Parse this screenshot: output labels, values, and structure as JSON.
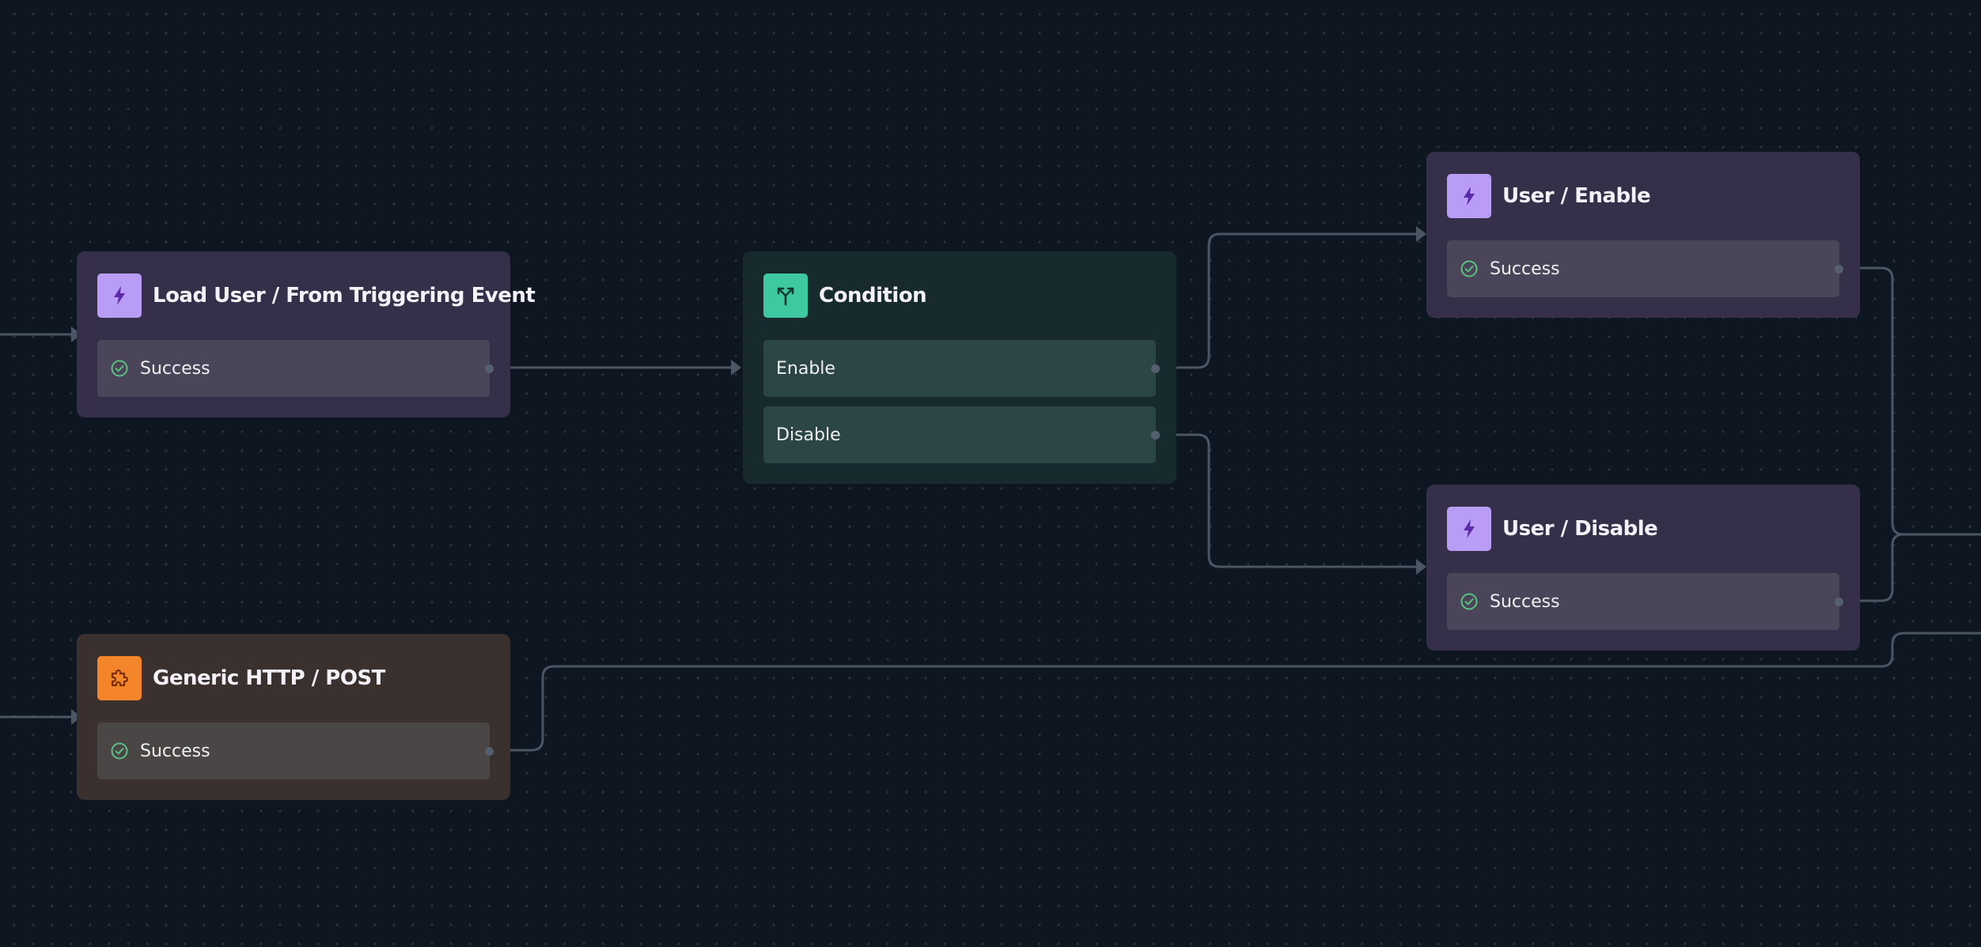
{
  "colors": {
    "canvas_background": "#0e1721",
    "edge": "#4b5665",
    "action_node": "#362f4a",
    "condition_node": "#172b2f",
    "integration_node": "#3a302d",
    "action_accent": "#b89cf5",
    "condition_accent": "#3ec9a0",
    "integration_accent": "#f5852a",
    "success_check": "#5bc281"
  },
  "nodes": {
    "load_user": {
      "title": "Load User / From Triggering Event",
      "icon": "lightning-icon",
      "ports": [
        {
          "label": "Success",
          "icon": "check-circle-icon"
        }
      ]
    },
    "condition": {
      "title": "Condition",
      "icon": "branch-icon",
      "ports": [
        {
          "label": "Enable"
        },
        {
          "label": "Disable"
        }
      ]
    },
    "user_enable": {
      "title": "User / Enable",
      "icon": "lightning-icon",
      "ports": [
        {
          "label": "Success",
          "icon": "check-circle-icon"
        }
      ]
    },
    "user_disable": {
      "title": "User / Disable",
      "icon": "lightning-icon",
      "ports": [
        {
          "label": "Success",
          "icon": "check-circle-icon"
        }
      ]
    },
    "generic_http": {
      "title": "Generic HTTP / POST",
      "icon": "puzzle-icon",
      "ports": [
        {
          "label": "Success",
          "icon": "check-circle-icon"
        }
      ]
    }
  }
}
